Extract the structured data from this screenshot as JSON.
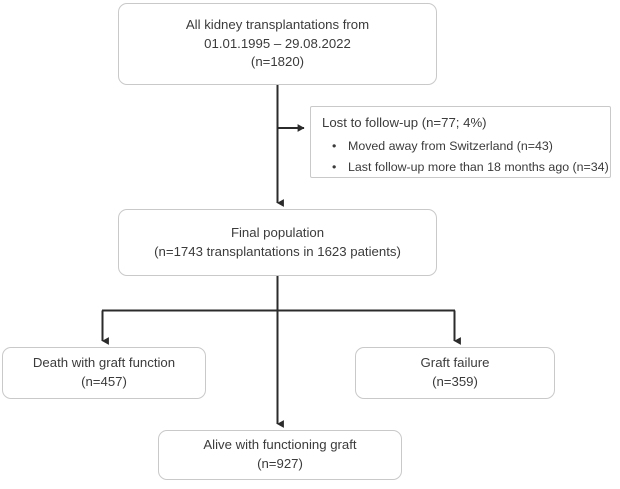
{
  "diagram": {
    "type": "patient-flow-chart",
    "stroke_color": "#2b2b2b",
    "box_border_color": "#c9c9c9",
    "text_color": "#3b3b3b",
    "background": "#ffffff"
  },
  "nodes": {
    "all_transplants": {
      "lines": [
        "All kidney transplantations from",
        "01.01.1995 – 29.08.2022",
        "(n=1820)"
      ],
      "count": 1820,
      "date_start": "01.01.1995",
      "date_end": "29.08.2022"
    },
    "lost_followup": {
      "title": "Lost to follow-up (n=77; 4%)",
      "count": 77,
      "percent": "4%",
      "bullet_char": "•",
      "bullets": [
        "Moved away from Switzerland (n=43)",
        "Last follow-up more than 18 months ago (n=34)"
      ]
    },
    "final_population": {
      "lines": [
        "Final population",
        "(n=1743 transplantations in 1623 patients)"
      ],
      "transplantations": 1743,
      "patients": 1623
    },
    "death_with_graft_function": {
      "lines": [
        "Death with graft function",
        "(n=457)"
      ],
      "count": 457
    },
    "graft_failure": {
      "lines": [
        "Graft failure",
        "(n=359)"
      ],
      "count": 359
    },
    "alive_functioning_graft": {
      "lines": [
        "Alive with functioning graft",
        "(n=927)"
      ],
      "count": 927
    }
  }
}
